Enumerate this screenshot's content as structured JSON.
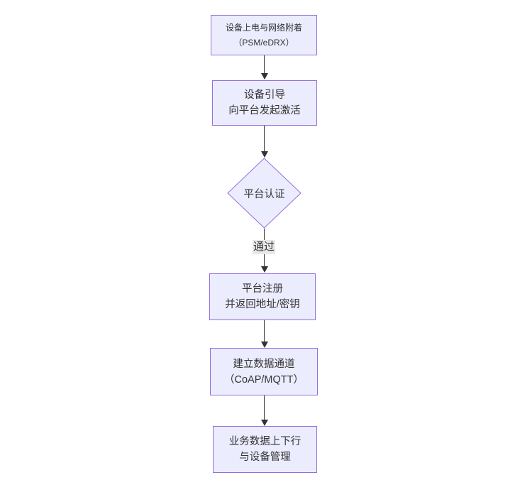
{
  "diagram": {
    "type": "flowchart",
    "direction": "top-down",
    "colors": {
      "background": "#ffffff",
      "node_fill": "#ececff",
      "node_border": "#9370db",
      "arrow": "#333333",
      "edge_label_bg": "#e8e8e8",
      "text": "#333333"
    },
    "nodes": [
      {
        "id": "power-attach",
        "shape": "rectangle",
        "lines": [
          "设备上电与网络附着",
          "（PSM/eDRX）"
        ]
      },
      {
        "id": "bootstrap-activate",
        "shape": "rectangle",
        "lines": [
          "设备引导",
          "向平台发起激活"
        ]
      },
      {
        "id": "platform-auth",
        "shape": "diamond",
        "lines": [
          "平台认证"
        ]
      },
      {
        "id": "platform-register",
        "shape": "rectangle",
        "lines": [
          "平台注册",
          "并返回地址/密钥"
        ]
      },
      {
        "id": "data-channel",
        "shape": "rectangle",
        "lines": [
          "建立数据通道",
          "（CoAP/MQTT）"
        ]
      },
      {
        "id": "business-data",
        "shape": "rectangle",
        "lines": [
          "业务数据上下行",
          "与设备管理"
        ]
      }
    ],
    "edges": [
      {
        "from": "power-attach",
        "to": "bootstrap-activate",
        "label": ""
      },
      {
        "from": "bootstrap-activate",
        "to": "platform-auth",
        "label": ""
      },
      {
        "from": "platform-auth",
        "to": "platform-register",
        "label": "通过"
      },
      {
        "from": "platform-register",
        "to": "data-channel",
        "label": ""
      },
      {
        "from": "data-channel",
        "to": "business-data",
        "label": ""
      }
    ]
  }
}
